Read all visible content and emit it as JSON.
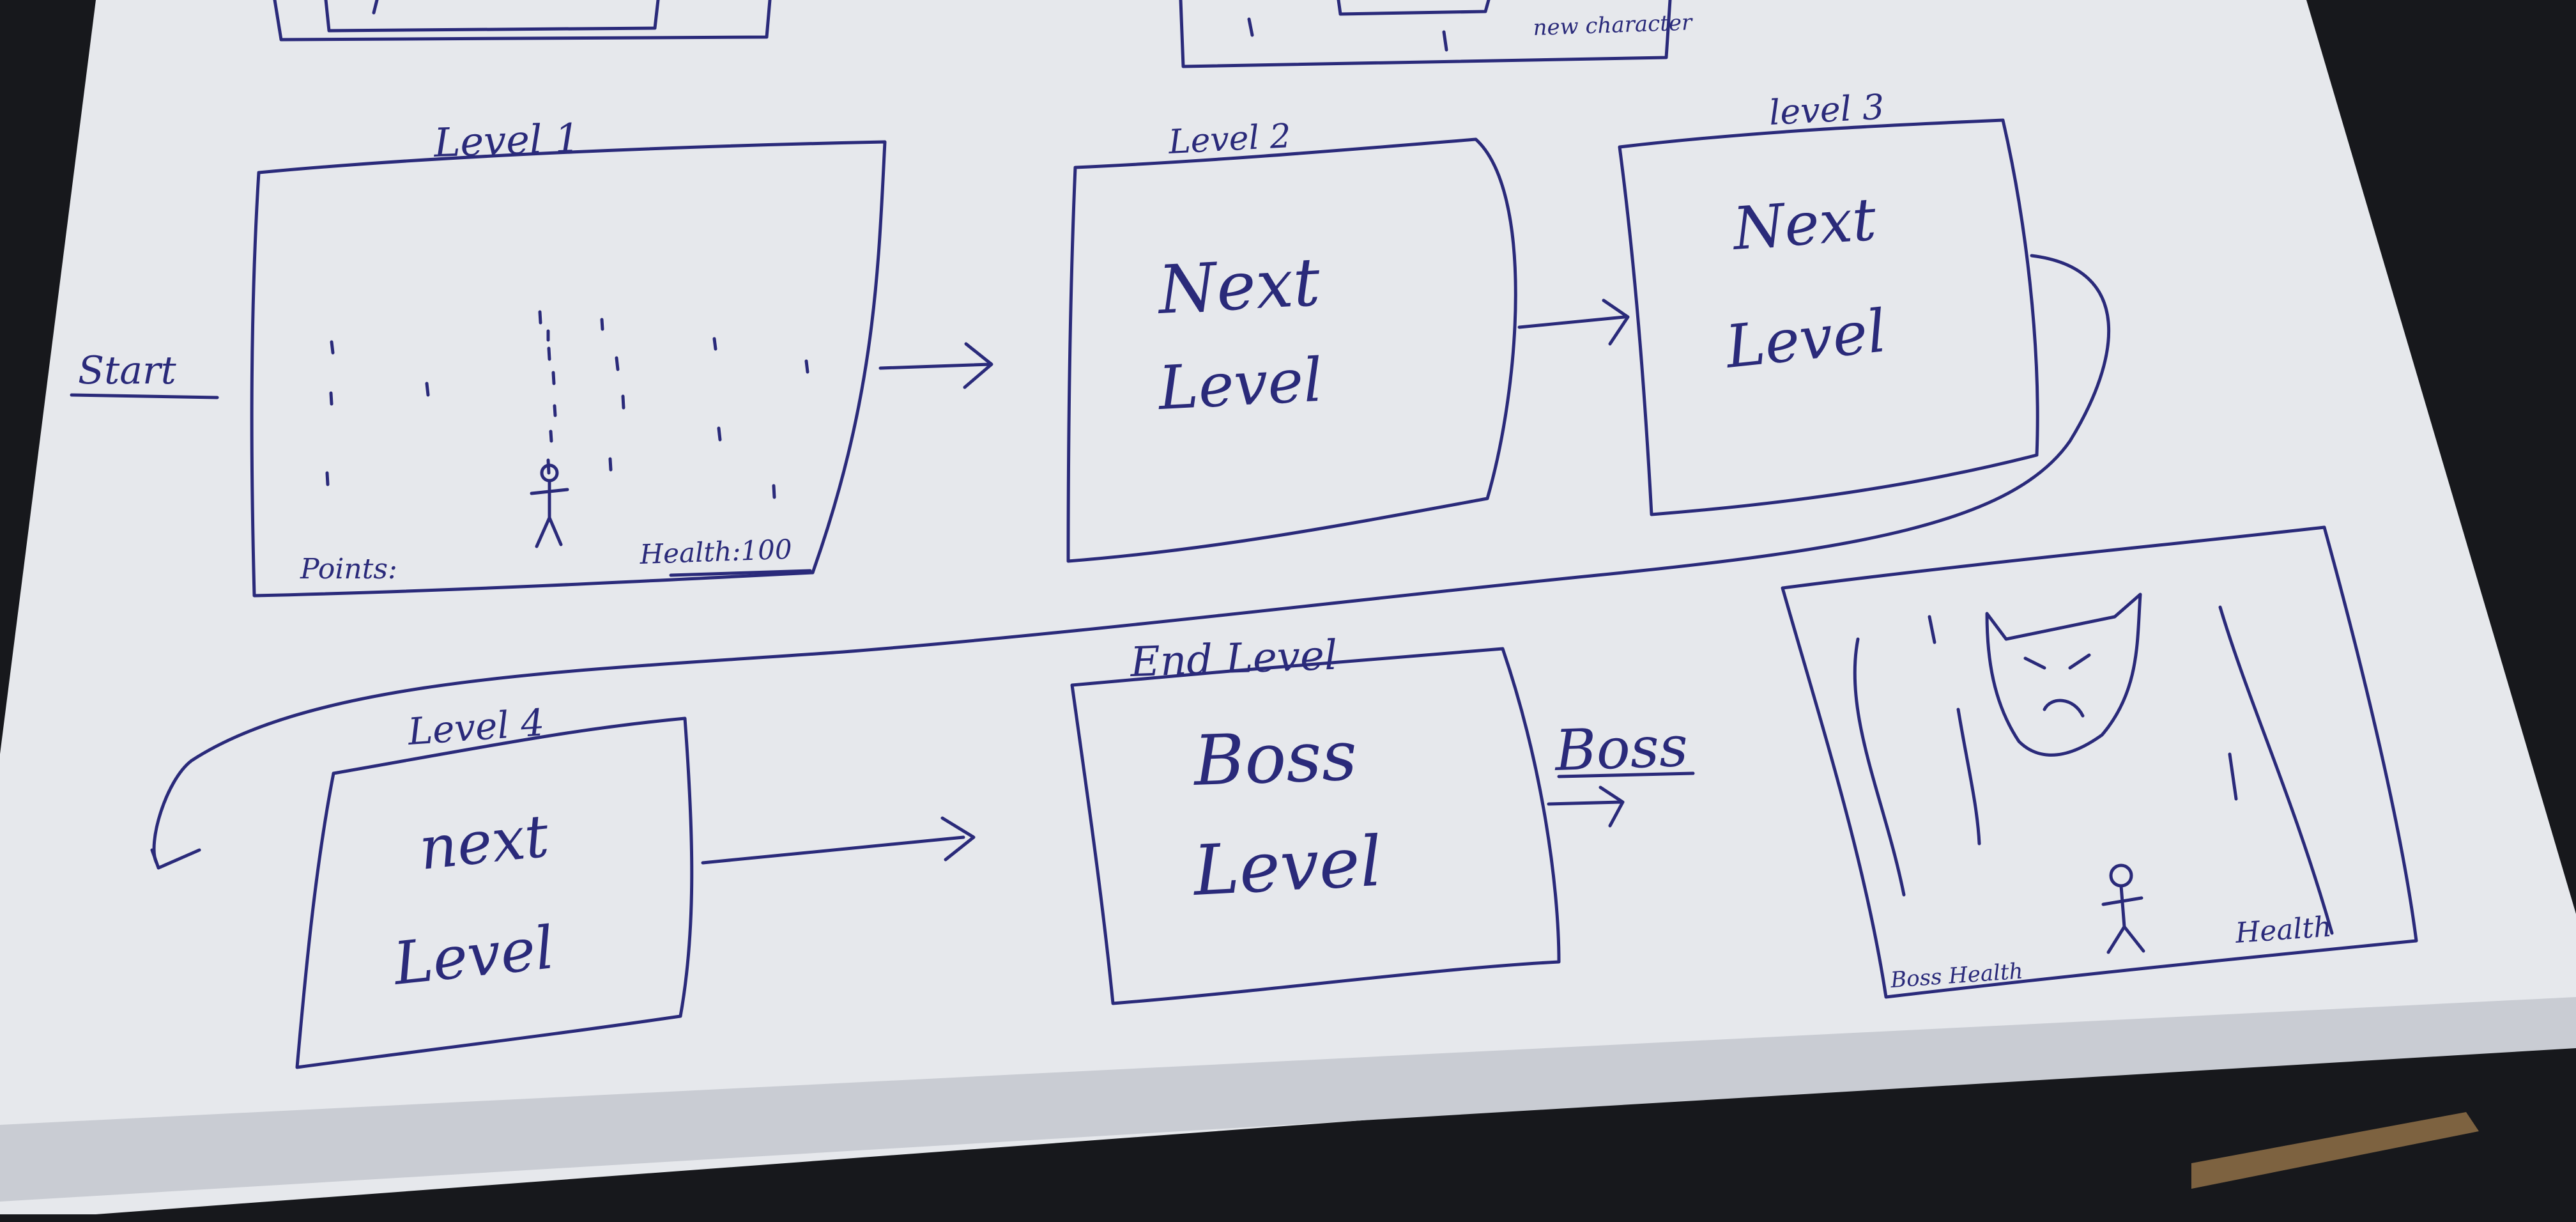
{
  "colors": {
    "ink": "#2a2a7a",
    "paper": "#eceef1",
    "paper_shadow": "#c9ccd3",
    "table": "#17181c",
    "sawdust": "#b48a55"
  },
  "top_fragments": {
    "right_label": "new character"
  },
  "start_label": "Start",
  "levels": {
    "level1": {
      "title": "Level 1",
      "points_label": "Points:",
      "health_label": "Health:100"
    },
    "level2": {
      "title": "Level 2",
      "line1": "Next",
      "line2": "Level"
    },
    "level3": {
      "title": "level 3",
      "line1": "Next",
      "line2": "Level"
    },
    "level4": {
      "title": "Level 4",
      "line1": "next",
      "line2": "Level"
    },
    "end": {
      "title": "End Level",
      "line1": "Boss",
      "line2": "Level"
    }
  },
  "boss_arrow_label": "Boss",
  "boss_screen": {
    "boss_health_label": "Boss Health",
    "health_label": "Health"
  },
  "icons": [
    "stick-figure-icon",
    "boss-face-icon",
    "arrow-icon"
  ]
}
